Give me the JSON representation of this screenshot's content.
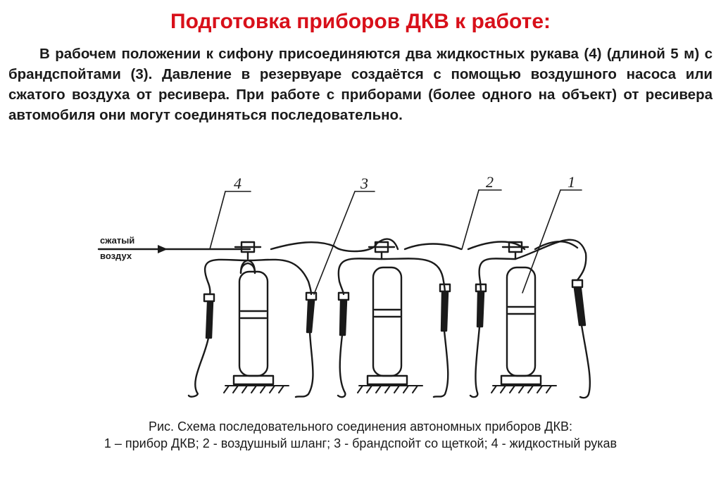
{
  "title": "Подготовка приборов ДКВ к работе:",
  "paragraph": "В рабочем положении к сифону присоединяются два жидкостных рукава (4) (длиной 5 м) с брандспойтами (3). Давление в резервуаре создаётся с помощью воздушного насоса или сжатого воздуха от ресивера. При работе с приборами (более одного на объект) от ресивера автомобиля они могут соединяться последовательно.",
  "figure": {
    "inlet_label_line1": "сжатый",
    "inlet_label_line2": "воздух",
    "callouts": [
      "4",
      "3",
      "2",
      "1"
    ],
    "line_color": "#1a1a1a"
  },
  "caption": {
    "line1": "Рис. Схема последовательного соединения автономных приборов ДКВ:",
    "line2": "1 – прибор ДКВ; 2 - воздушный шланг; 3 - брандспойт со щеткой; 4 - жидкостный рукав"
  },
  "colors": {
    "title": "#d8101a",
    "text": "#1a1a1a"
  }
}
